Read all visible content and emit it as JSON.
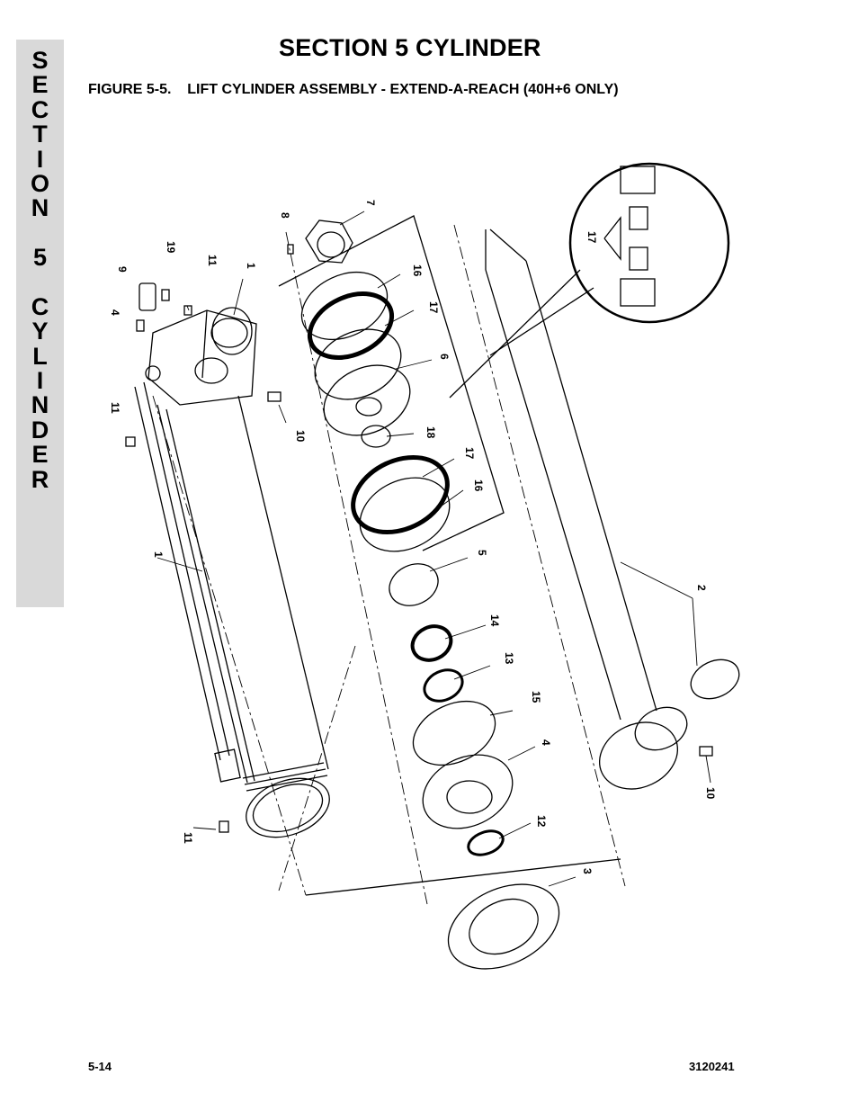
{
  "side_tab": {
    "letters": [
      "S",
      "E",
      "C",
      "T",
      "I",
      "O",
      "N",
      "",
      "5",
      "",
      "C",
      "Y",
      "L",
      "I",
      "N",
      "D",
      "E",
      "R"
    ]
  },
  "header": {
    "section_title": "SECTION 5  CYLINDER",
    "figure_title": "FIGURE 5-5.    LIFT CYLINDER ASSEMBLY - EXTEND-A-REACH (40H+6 ONLY)"
  },
  "callouts": {
    "c9": "9",
    "c19": "19",
    "c11a": "11",
    "c1a": "1",
    "c4a": "4",
    "c8": "8",
    "c7": "7",
    "c16a": "16",
    "c17a": "17",
    "c6": "6",
    "c11b": "11",
    "c10a": "10",
    "c18": "18",
    "c17b": "17",
    "c16b": "16",
    "c1b": "1",
    "c5": "5",
    "c14": "14",
    "c13": "13",
    "c15": "15",
    "c4b": "4",
    "c12": "12",
    "c3": "3",
    "c11c": "11",
    "c2": "2",
    "c10b": "10",
    "c17c": "17"
  },
  "footer": {
    "page_number": "5-14",
    "doc_number": "3120241"
  }
}
